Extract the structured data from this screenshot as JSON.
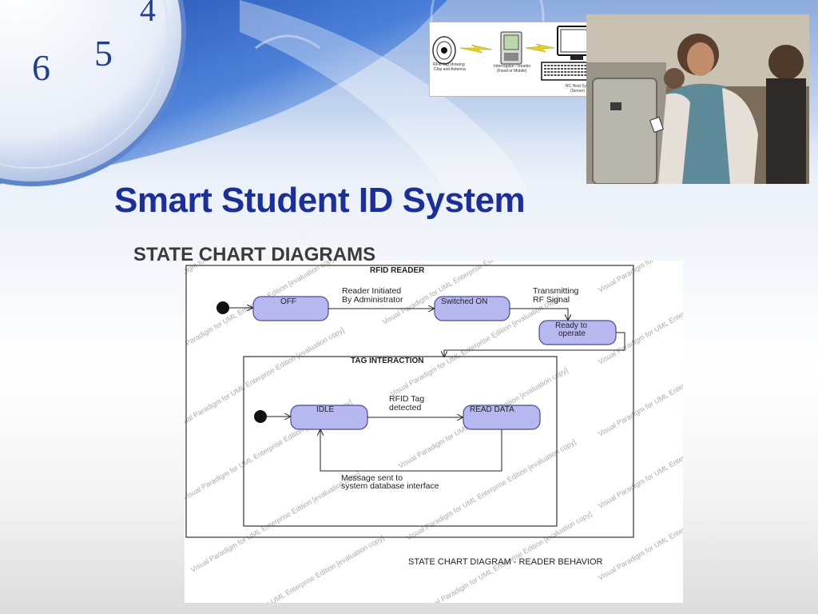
{
  "slide": {
    "title": "Smart Student ID System",
    "subtitle": "STATE CHART DIAGRAMS"
  },
  "rfid_graphic": {
    "tag_caption_1": "RFid Tag showing",
    "tag_caption_2": "Chip and Antenna",
    "reader_caption_1": "Interrogator / Reader",
    "reader_caption_2": "(Fixed or Mobile)",
    "host_caption_1": "RC Host System",
    "host_caption_2": "(Server)"
  },
  "diagram": {
    "outer_title": "RFID READER",
    "inner_title": "TAG INTERACTION",
    "caption": "STATE CHART DIAGRAM - READER BEHAVIOR",
    "watermark": "Visual Paradigm for UML Enterprise Edition [evaluation copy]",
    "states": {
      "off": "OFF",
      "switched_on": "Switched ON",
      "ready_1": "Ready to",
      "ready_2": "operate",
      "idle": "IDLE",
      "read_data": "READ DATA"
    },
    "transitions": {
      "t1_line1": "Reader Initiated",
      "t1_line2": "By Administrator",
      "t2_line1": "Transmitting",
      "t2_line2": "RF Signal",
      "t3_line1": "RFID Tag",
      "t3_line2": "detected",
      "t4_line1": "Message sent to",
      "t4_line2": "system database interface"
    }
  },
  "colors": {
    "title": "#1a2f9c",
    "subtitle": "#3b3b3b",
    "state_fill": "#b8b8f0",
    "state_stroke": "#4a4a9a",
    "watermark": "#9a9a9a"
  }
}
